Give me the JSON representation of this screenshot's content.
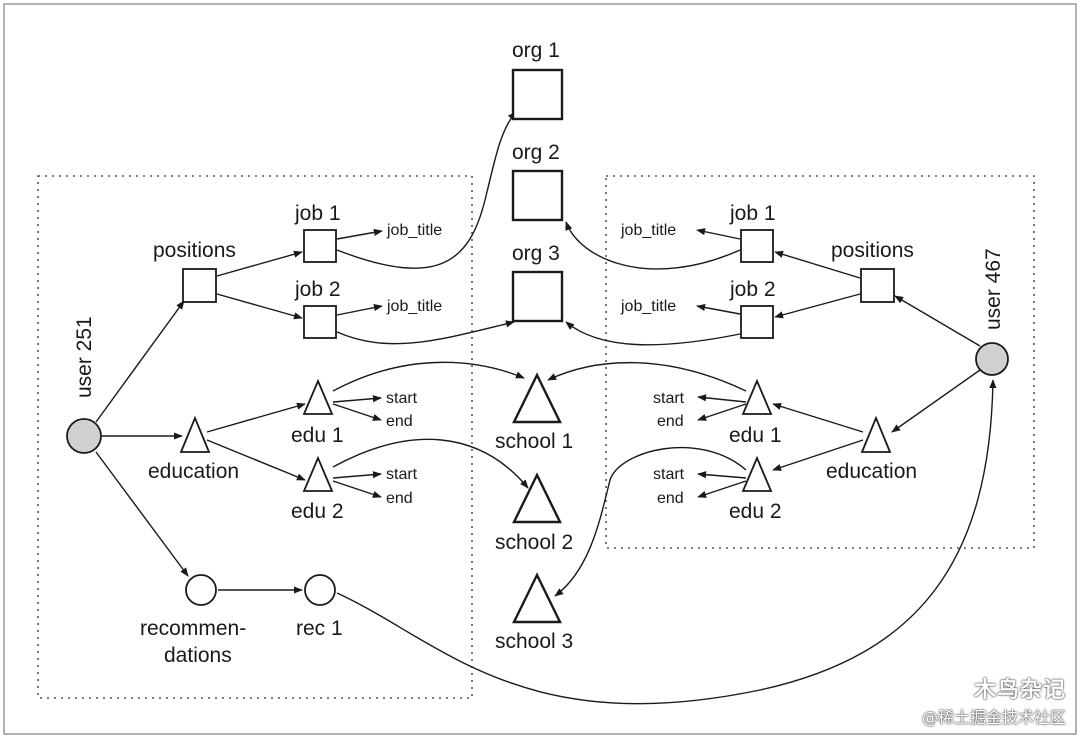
{
  "nodes": {
    "user251": "user 251",
    "user467": "user 467",
    "positions_left": "positions",
    "positions_right": "positions",
    "job1_left": "job 1",
    "job2_left": "job 2",
    "job1_right": "job 1",
    "job2_right": "job 2",
    "job_title": "job_title",
    "org1": "org 1",
    "org2": "org 2",
    "org3": "org 3",
    "education_left": "education",
    "education_right": "education",
    "edu1_left": "edu 1",
    "edu2_left": "edu 2",
    "edu1_right": "edu 1",
    "edu2_right": "edu 2",
    "start": "start",
    "end": "end",
    "school1": "school 1",
    "school2": "school 2",
    "school3": "school 3",
    "recommendations_1": "recommen-",
    "recommendations_2": "dations",
    "rec1": "rec 1"
  },
  "watermark": {
    "title": "木鸟杂记",
    "subtitle": "@稀土掘金技术社区"
  }
}
